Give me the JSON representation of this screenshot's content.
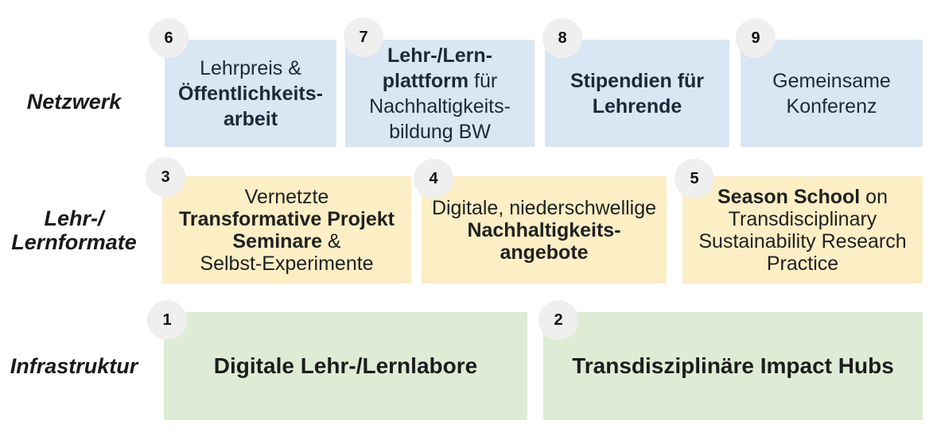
{
  "label_color": "#1a1a1a",
  "circle_color": "#efefef",
  "number_color": "#111111",
  "rows": [
    {
      "label_lines": [
        "Netzwerk"
      ],
      "box_color": "#d9e6f3",
      "text_color": "#1e2936",
      "boxes": [
        {
          "number": "6",
          "lines": [
            [
              {
                "t": "Lehrpreis &",
                "b": false
              }
            ],
            [
              {
                "t": "Öffentlichkeits-",
                "b": true
              }
            ],
            [
              {
                "t": "arbeit",
                "b": true
              }
            ]
          ]
        },
        {
          "number": "7",
          "lines": [
            [
              {
                "t": "Lehr-/Lern-",
                "b": true
              }
            ],
            [
              {
                "t": "plattform",
                "b": true
              },
              {
                "t": " für",
                "b": false
              }
            ],
            [
              {
                "t": "Nachhaltigkeits-",
                "b": false
              }
            ],
            [
              {
                "t": "bildung BW",
                "b": false
              }
            ]
          ]
        },
        {
          "number": "8",
          "lines": [
            [
              {
                "t": "Stipendien für",
                "b": true
              }
            ],
            [
              {
                "t": "Lehrende",
                "b": true
              }
            ]
          ]
        },
        {
          "number": "9",
          "lines": [
            [
              {
                "t": "Gemeinsame",
                "b": false
              }
            ],
            [
              {
                "t": "Konferenz",
                "b": false
              }
            ]
          ]
        }
      ]
    },
    {
      "label_lines": [
        "Lehr-/",
        "Lernformate"
      ],
      "box_color": "#fceec5",
      "text_color": "#212121",
      "boxes": [
        {
          "number": "3",
          "lines": [
            [
              {
                "t": "Vernetzte",
                "b": false
              }
            ],
            [
              {
                "t": "Transformative Projekt",
                "b": true
              }
            ],
            [
              {
                "t": "Seminare",
                "b": true
              },
              {
                "t": " &",
                "b": false
              }
            ],
            [
              {
                "t": "Selbst-Experimente",
                "b": false
              }
            ]
          ]
        },
        {
          "number": "4",
          "lines": [
            [
              {
                "t": "Digitale, niederschwellige",
                "b": false
              }
            ],
            [
              {
                "t": "Nachhaltigkeits-",
                "b": true
              }
            ],
            [
              {
                "t": "angebote",
                "b": true
              }
            ]
          ]
        },
        {
          "number": "5",
          "lines": [
            [
              {
                "t": "Season School",
                "b": true
              },
              {
                "t": " on",
                "b": false
              }
            ],
            [
              {
                "t": "Transdisciplinary",
                "b": false
              }
            ],
            [
              {
                "t": "Sustainability Research",
                "b": false
              }
            ],
            [
              {
                "t": "Practice",
                "b": false
              }
            ]
          ]
        }
      ]
    },
    {
      "label_lines": [
        "Infrastruktur"
      ],
      "box_color": "#deecd5",
      "text_color": "#1c1c1c",
      "boxes": [
        {
          "number": "1",
          "lines": [
            [
              {
                "t": "Digitale Lehr-/Lernlabore",
                "b": true
              }
            ]
          ]
        },
        {
          "number": "2",
          "lines": [
            [
              {
                "t": "Transdisziplinäre Impact Hubs",
                "b": true
              }
            ]
          ]
        }
      ]
    }
  ]
}
